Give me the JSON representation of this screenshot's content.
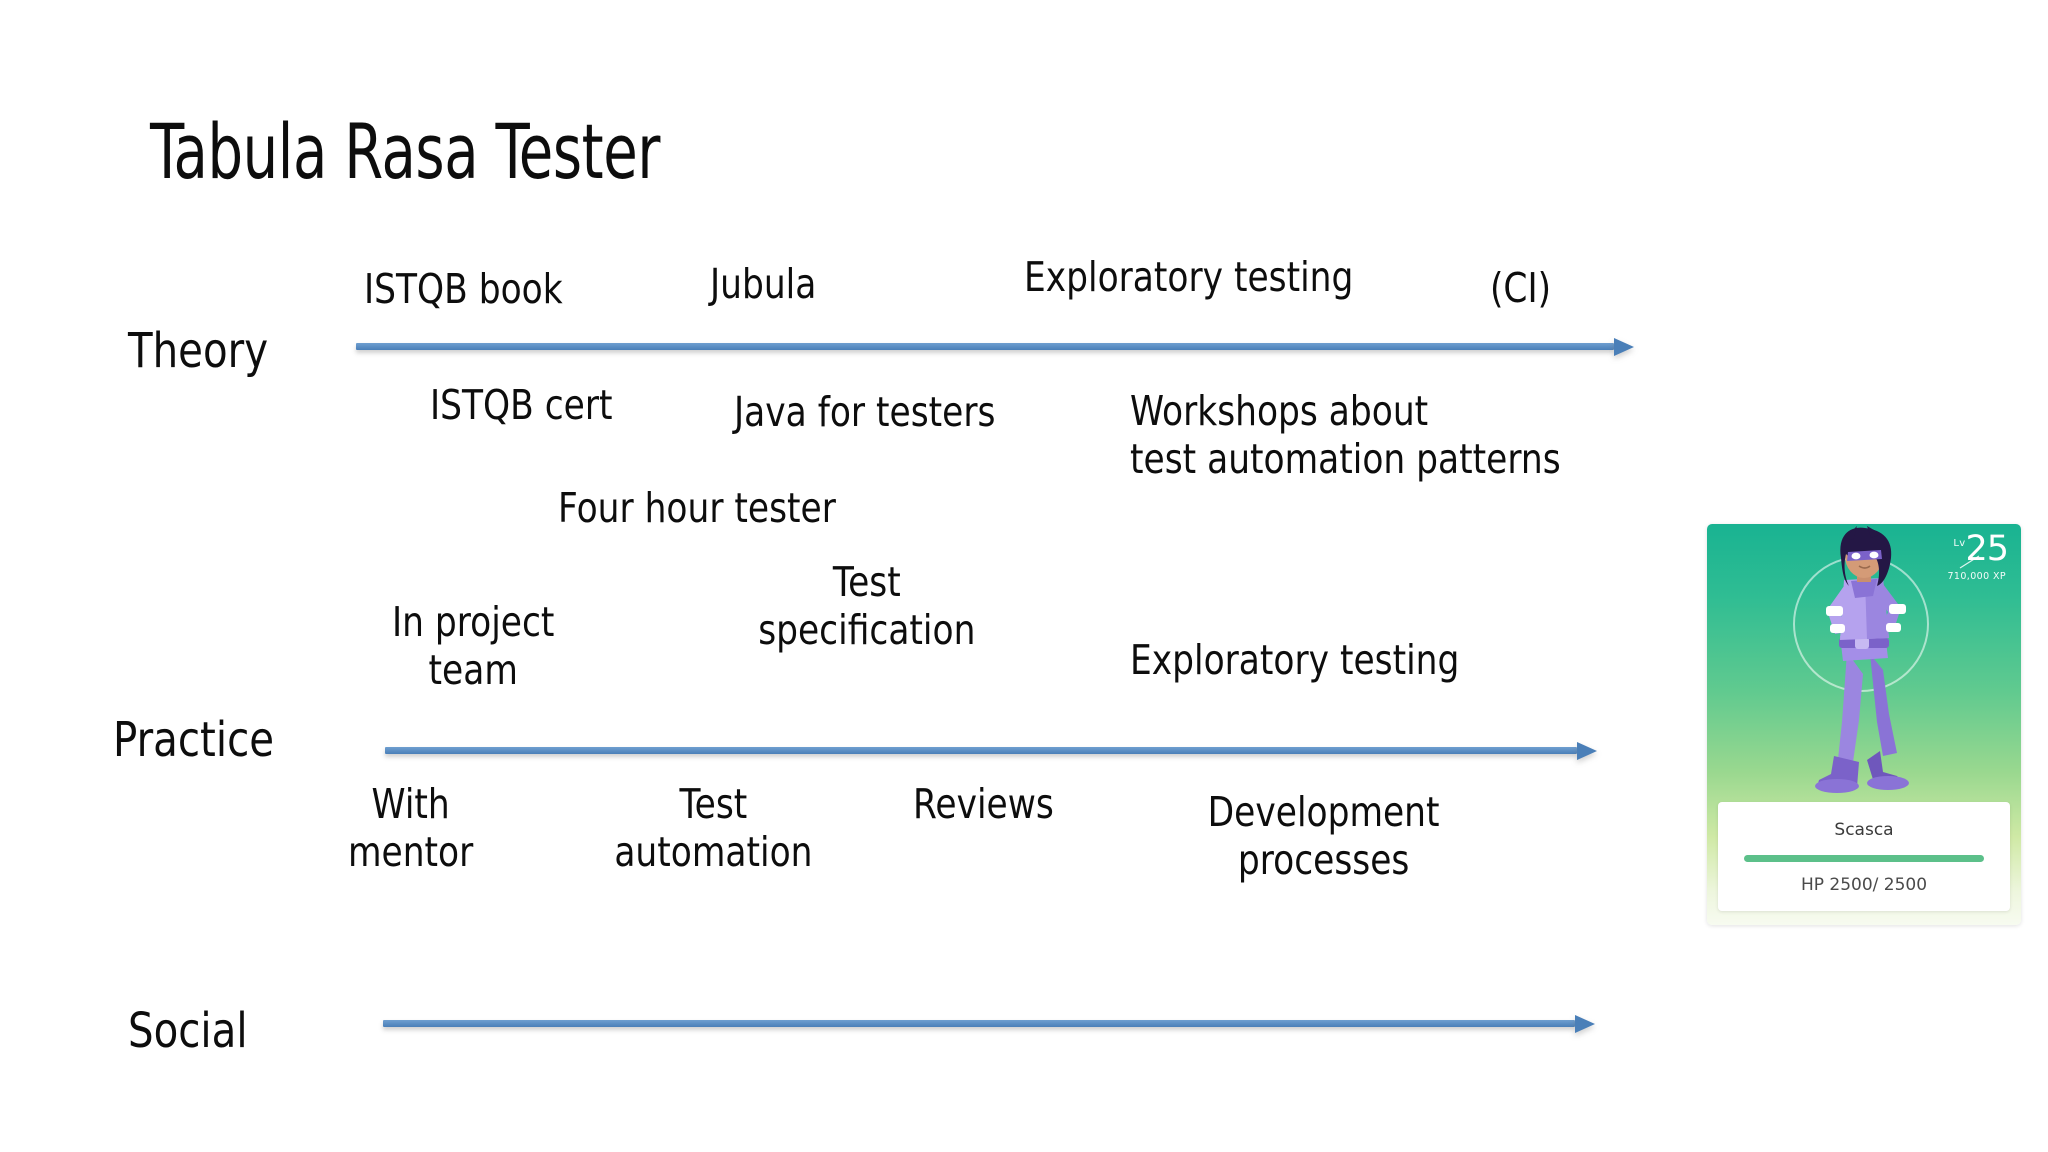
{
  "slide": {
    "title": "Tabula Rasa Tester",
    "background_color": "#ffffff",
    "arrow_color": "#4a7fb8"
  },
  "lanes": [
    {
      "id": "theory",
      "label": "Theory"
    },
    {
      "id": "practice",
      "label": "Practice"
    },
    {
      "id": "social",
      "label": "Social"
    }
  ],
  "items": {
    "istqb_book": "ISTQB book",
    "jubula": "Jubula",
    "exploratory_testing_theory": "Exploratory testing",
    "ci": "(CI)",
    "istqb_cert": "ISTQB cert",
    "java_for_testers": "Java for testers",
    "workshops": "Workshops about\ntest automation patterns",
    "four_hour_tester": "Four hour tester",
    "in_project_team": "In project\nteam",
    "test_specification": "Test\nspecification",
    "exploratory_testing_practice": "Exploratory testing",
    "with_mentor": "With\nmentor",
    "test_automation": "Test\nautomation",
    "reviews": "Reviews",
    "development_processes": "Development\nprocesses"
  },
  "character_card": {
    "level_prefix": "Lv",
    "level": "25",
    "xp": "710,000 XP",
    "name": "Scasca",
    "hp": "HP 2500/ 2500",
    "hp_bar_color": "#5cc08a",
    "card_gradient_top": "#19b392",
    "card_gradient_bottom": "#f7fbf0"
  }
}
